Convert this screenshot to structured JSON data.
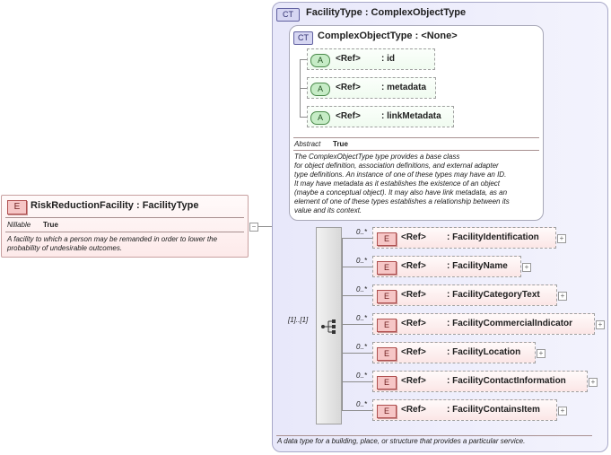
{
  "element": {
    "badge": "E",
    "title": "RiskReductionFacility : FacilityType",
    "nillable_key": "Nillable",
    "nillable_value": "True",
    "doc": "A facility to which a person may be remanded in order to lower the probability of undesirable outcomes.",
    "expand": "−"
  },
  "type": {
    "badge": "CT",
    "title": "FacilityType : ComplexObjectType",
    "doc": "A data type for a building, place, or structure that provides a particular service."
  },
  "base": {
    "badge": "CT",
    "title": "ComplexObjectType : <None>",
    "attributes": [
      {
        "badge": "A",
        "ref": "<Ref>",
        "name": ": id"
      },
      {
        "badge": "A",
        "ref": "<Ref>",
        "name": ": metadata"
      },
      {
        "badge": "A",
        "ref": "<Ref>",
        "name": ": linkMetadata"
      }
    ],
    "abstract_key": "Abstract",
    "abstract_value": "True",
    "doc_lines": [
      "The ComplexObjectType type provides a base class",
      "for object definition, association definitions, and external adapter",
      "type definitions. An instance of one of these types may have an ID.",
      "It may have metadata as it establishes the existence of an object",
      "(maybe a conceptual object). It may also have link metadata, as an",
      "element of one of these types establishes a relationship between its",
      "value and its context."
    ]
  },
  "sequence": {
    "occurrence": "[1]..[1]",
    "children": [
      {
        "occ": "0..*",
        "badge": "E",
        "ref": "<Ref>",
        "name": ": FacilityIdentification",
        "expand": "+"
      },
      {
        "occ": "0..*",
        "badge": "E",
        "ref": "<Ref>",
        "name": ": FacilityName",
        "expand": "+"
      },
      {
        "occ": "0..*",
        "badge": "E",
        "ref": "<Ref>",
        "name": ": FacilityCategoryText",
        "expand": "+"
      },
      {
        "occ": "0..*",
        "badge": "E",
        "ref": "<Ref>",
        "name": ": FacilityCommercialIndicator",
        "expand": "+"
      },
      {
        "occ": "0..*",
        "badge": "E",
        "ref": "<Ref>",
        "name": ": FacilityLocation",
        "expand": "+"
      },
      {
        "occ": "0..*",
        "badge": "E",
        "ref": "<Ref>",
        "name": ": FacilityContactInformation",
        "expand": "+"
      },
      {
        "occ": "0..*",
        "badge": "E",
        "ref": "<Ref>",
        "name": ": FacilityContainsItem",
        "expand": "+"
      }
    ]
  }
}
